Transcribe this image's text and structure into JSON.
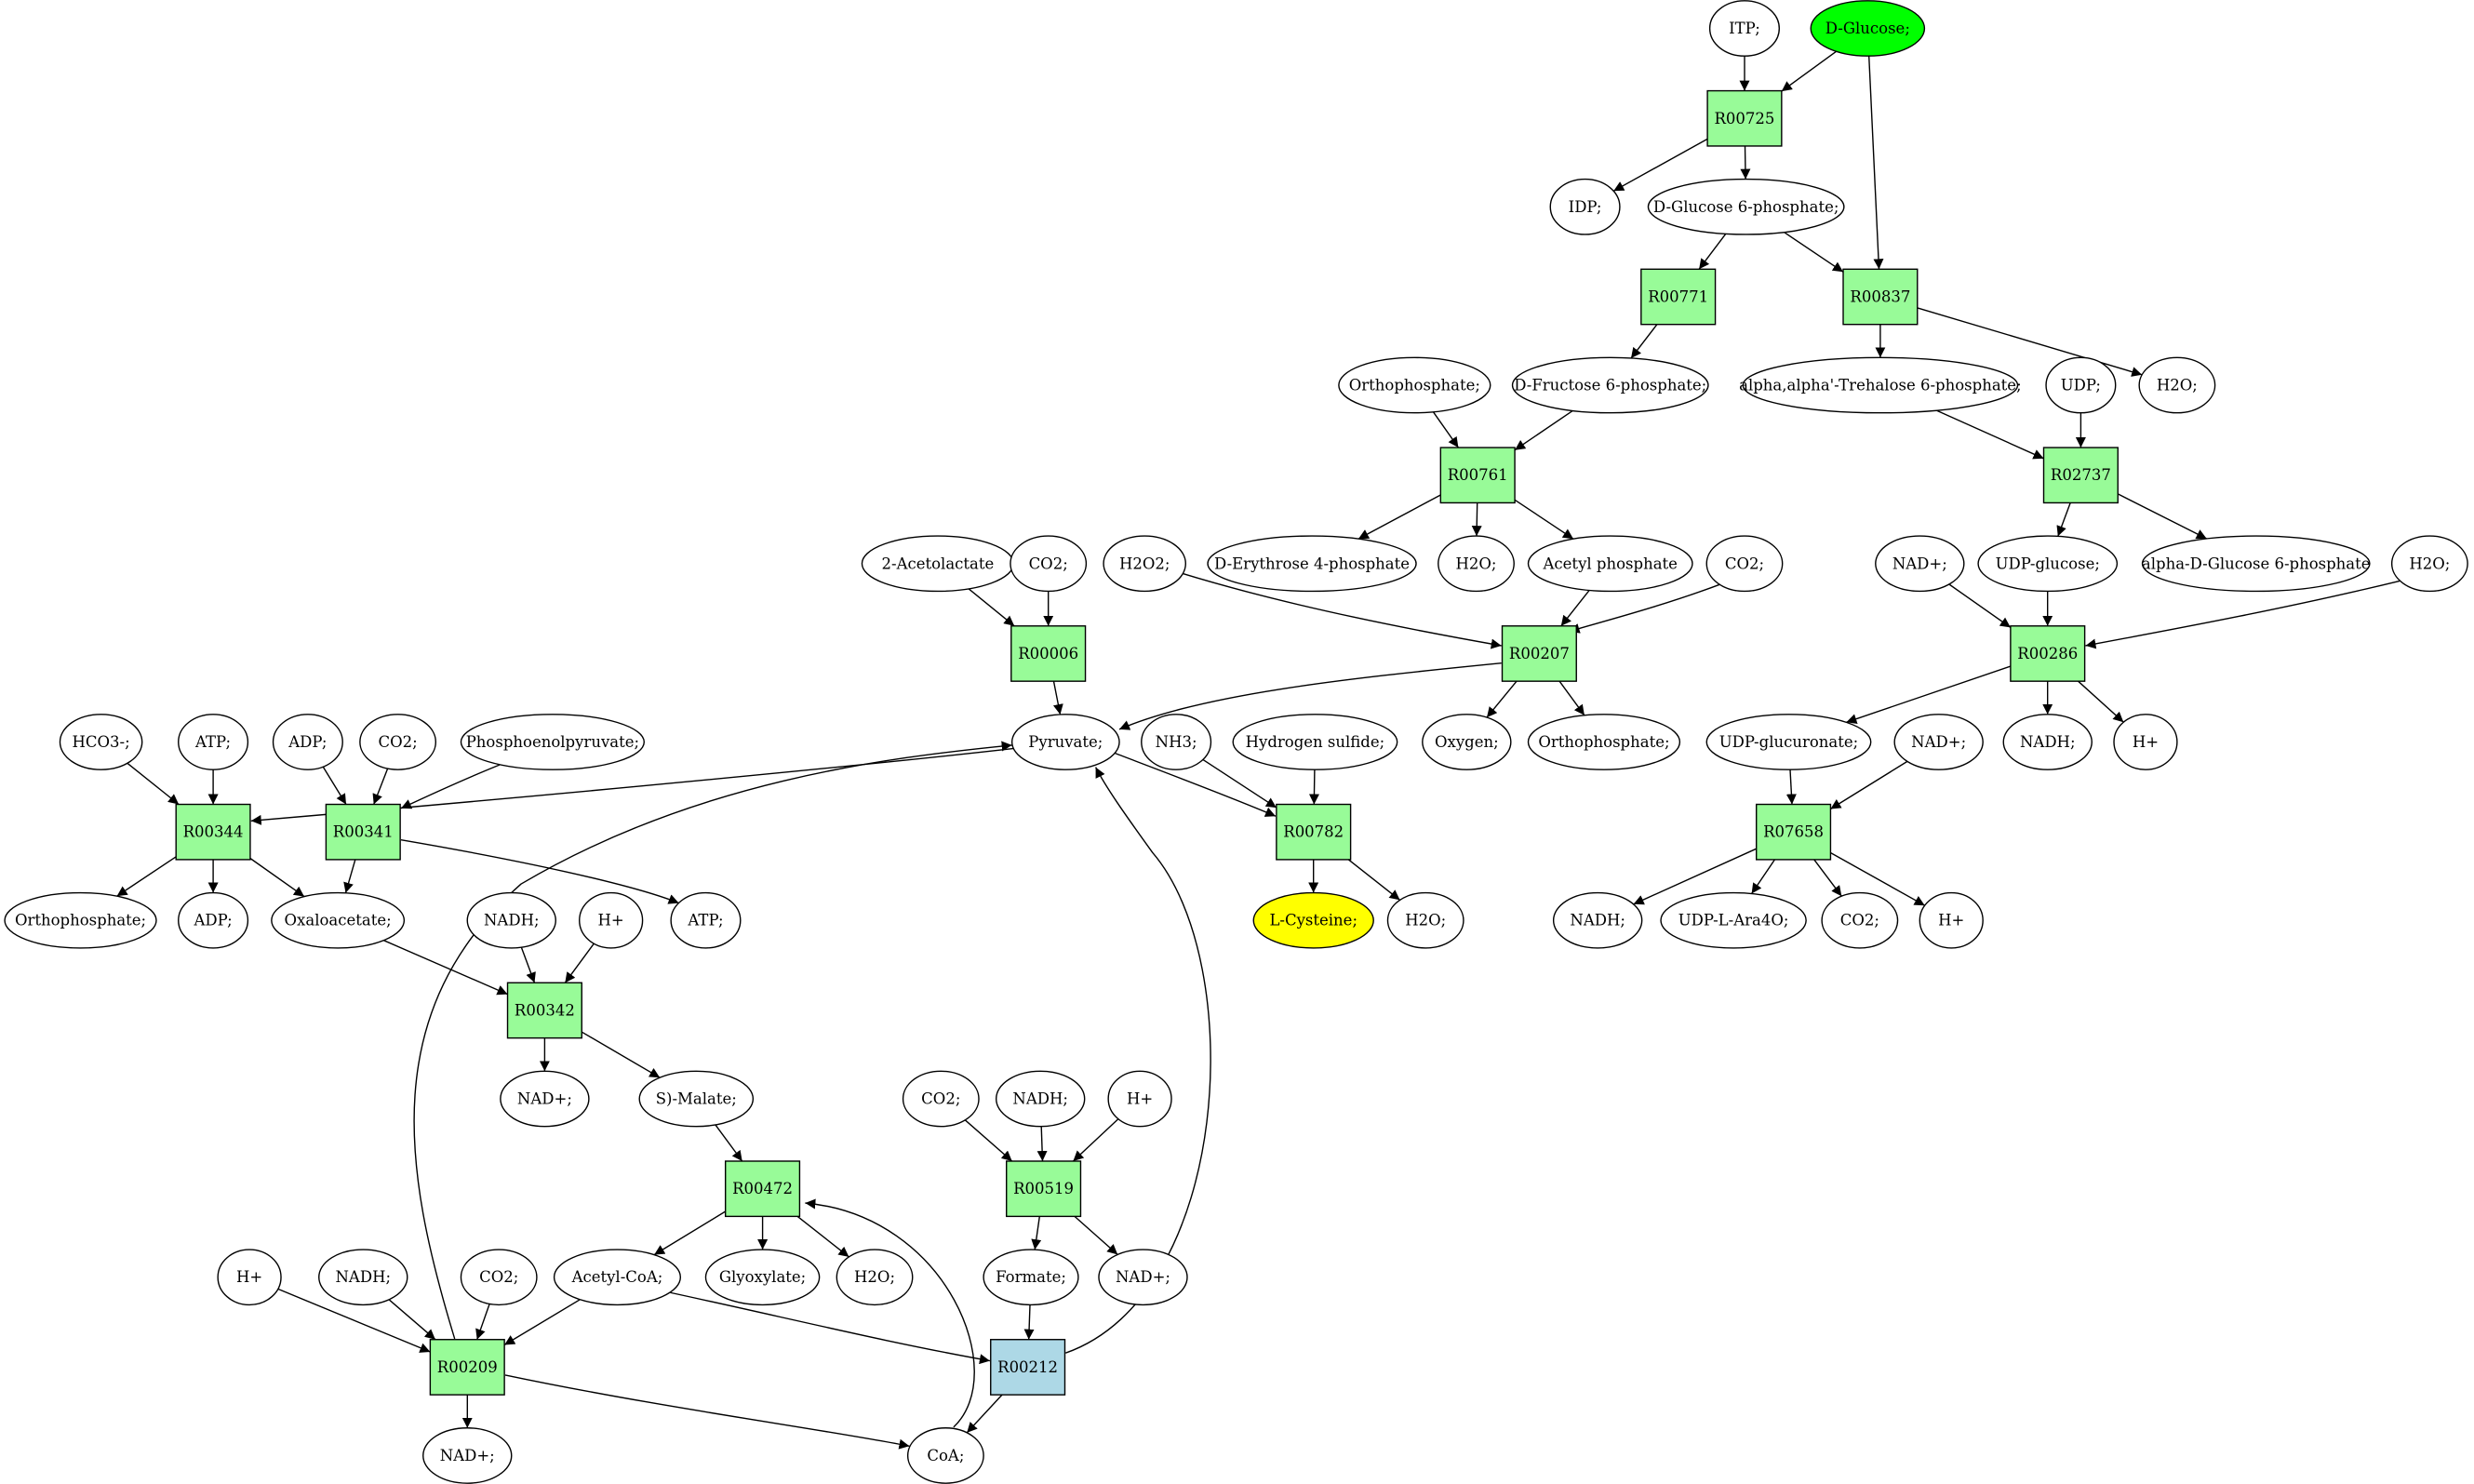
{
  "colors": {
    "reaction": "#98fb98",
    "reaction_highlight": "#add8e6",
    "source": "#00ff00",
    "target": "#ffff00",
    "metabolite": "#ffffff"
  },
  "reactions": [
    {
      "id": "r00725",
      "label": "R00725",
      "kind": "reaction"
    },
    {
      "id": "r00837",
      "label": "R00837",
      "kind": "reaction"
    },
    {
      "id": "r00771",
      "label": "R00771",
      "kind": "reaction"
    },
    {
      "id": "r00761",
      "label": "R00761",
      "kind": "reaction"
    },
    {
      "id": "r02737",
      "label": "R02737",
      "kind": "reaction"
    },
    {
      "id": "r00006",
      "label": "R00006",
      "kind": "reaction"
    },
    {
      "id": "r00207",
      "label": "R00207",
      "kind": "reaction"
    },
    {
      "id": "r00286",
      "label": "R00286",
      "kind": "reaction"
    },
    {
      "id": "r00344",
      "label": "R00344",
      "kind": "reaction"
    },
    {
      "id": "r00341",
      "label": "R00341",
      "kind": "reaction"
    },
    {
      "id": "r00782",
      "label": "R00782",
      "kind": "reaction"
    },
    {
      "id": "r07658",
      "label": "R07658",
      "kind": "reaction"
    },
    {
      "id": "r00342",
      "label": "R00342",
      "kind": "reaction"
    },
    {
      "id": "r00519",
      "label": "R00519",
      "kind": "reaction"
    },
    {
      "id": "r00472",
      "label": "R00472",
      "kind": "reaction"
    },
    {
      "id": "r00209",
      "label": "R00209",
      "kind": "reaction"
    },
    {
      "id": "r00212",
      "label": "R00212",
      "kind": "reaction_highlight"
    }
  ],
  "metabolites": [
    {
      "id": "itp",
      "label": "ITP;",
      "kind": "metabolite"
    },
    {
      "id": "dglucose",
      "label": "D-Glucose;",
      "kind": "source"
    },
    {
      "id": "idp",
      "label": "IDP;",
      "kind": "metabolite"
    },
    {
      "id": "g6p",
      "label": "D-Glucose 6-phosphate;",
      "kind": "metabolite"
    },
    {
      "id": "orthophos1",
      "label": "Orthophosphate;",
      "kind": "metabolite"
    },
    {
      "id": "f6p",
      "label": "D-Fructose 6-phosphate;",
      "kind": "metabolite"
    },
    {
      "id": "trehalose6p",
      "label": "alpha,alpha'-Trehalose 6-phosphate;",
      "kind": "metabolite"
    },
    {
      "id": "udp",
      "label": "UDP;",
      "kind": "metabolite"
    },
    {
      "id": "h2o_top",
      "label": "H2O;",
      "kind": "metabolite"
    },
    {
      "id": "acetolactate",
      "label": "2-Acetolactate",
      "kind": "metabolite"
    },
    {
      "id": "co2_a",
      "label": "CO2;",
      "kind": "metabolite"
    },
    {
      "id": "h2o2",
      "label": "H2O2;",
      "kind": "metabolite"
    },
    {
      "id": "e4p",
      "label": "D-Erythrose 4-phosphate",
      "kind": "metabolite"
    },
    {
      "id": "h2o_b",
      "label": "H2O;",
      "kind": "metabolite"
    },
    {
      "id": "acetylphos",
      "label": "Acetyl phosphate",
      "kind": "metabolite"
    },
    {
      "id": "co2_b",
      "label": "CO2;",
      "kind": "metabolite"
    },
    {
      "id": "nadp_a",
      "label": "NAD+;",
      "kind": "metabolite"
    },
    {
      "id": "udpglucose",
      "label": "UDP-glucose;",
      "kind": "metabolite"
    },
    {
      "id": "ag6p",
      "label": "alpha-D-Glucose 6-phosphate",
      "kind": "metabolite"
    },
    {
      "id": "h2o_c",
      "label": "H2O;",
      "kind": "metabolite"
    },
    {
      "id": "hco3",
      "label": "HCO3-;",
      "kind": "metabolite"
    },
    {
      "id": "atp_a",
      "label": "ATP;",
      "kind": "metabolite"
    },
    {
      "id": "adp_a",
      "label": "ADP;",
      "kind": "metabolite"
    },
    {
      "id": "co2_c",
      "label": "CO2;",
      "kind": "metabolite"
    },
    {
      "id": "pep",
      "label": "Phosphoenolpyruvate;",
      "kind": "metabolite"
    },
    {
      "id": "pyruvate",
      "label": "Pyruvate;",
      "kind": "metabolite"
    },
    {
      "id": "nh3",
      "label": "NH3;",
      "kind": "metabolite"
    },
    {
      "id": "h2s",
      "label": "Hydrogen sulfide;",
      "kind": "metabolite"
    },
    {
      "id": "oxygen",
      "label": "Oxygen;",
      "kind": "metabolite"
    },
    {
      "id": "orthophos2",
      "label": "Orthophosphate;",
      "kind": "metabolite"
    },
    {
      "id": "udpglucuronate",
      "label": "UDP-glucuronate;",
      "kind": "metabolite"
    },
    {
      "id": "nadp_b",
      "label": "NAD+;",
      "kind": "metabolite"
    },
    {
      "id": "nadh_a",
      "label": "NADH;",
      "kind": "metabolite"
    },
    {
      "id": "hplus_a",
      "label": "H+",
      "kind": "metabolite"
    },
    {
      "id": "orthophos3",
      "label": "Orthophosphate;",
      "kind": "metabolite"
    },
    {
      "id": "adp_b",
      "label": "ADP;",
      "kind": "metabolite"
    },
    {
      "id": "oxaloacetate",
      "label": "Oxaloacetate;",
      "kind": "metabolite"
    },
    {
      "id": "nadh_b",
      "label": "NADH;",
      "kind": "metabolite"
    },
    {
      "id": "hplus_b",
      "label": "H+",
      "kind": "metabolite"
    },
    {
      "id": "atp_b",
      "label": "ATP;",
      "kind": "metabolite"
    },
    {
      "id": "lcysteine",
      "label": "L-Cysteine;",
      "kind": "target"
    },
    {
      "id": "h2o_d",
      "label": "H2O;",
      "kind": "metabolite"
    },
    {
      "id": "nadh_c",
      "label": "NADH;",
      "kind": "metabolite"
    },
    {
      "id": "udpara",
      "label": "UDP-L-Ara4O;",
      "kind": "metabolite"
    },
    {
      "id": "co2_d",
      "label": "CO2;",
      "kind": "metabolite"
    },
    {
      "id": "hplus_c",
      "label": "H+",
      "kind": "metabolite"
    },
    {
      "id": "nadp_c",
      "label": "NAD+;",
      "kind": "metabolite"
    },
    {
      "id": "smalate",
      "label": "S)-Malate;",
      "kind": "metabolite"
    },
    {
      "id": "co2_e",
      "label": "CO2;",
      "kind": "metabolite"
    },
    {
      "id": "nadh_d",
      "label": "NADH;",
      "kind": "metabolite"
    },
    {
      "id": "hplus_d",
      "label": "H+",
      "kind": "metabolite"
    },
    {
      "id": "acetylcoa",
      "label": "Acetyl-CoA;",
      "kind": "metabolite"
    },
    {
      "id": "glyoxylate",
      "label": "Glyoxylate;",
      "kind": "metabolite"
    },
    {
      "id": "h2o_e",
      "label": "H2O;",
      "kind": "metabolite"
    },
    {
      "id": "formate",
      "label": "Formate;",
      "kind": "metabolite"
    },
    {
      "id": "nadp_d",
      "label": "NAD+;",
      "kind": "metabolite"
    },
    {
      "id": "hplus_e",
      "label": "H+",
      "kind": "metabolite"
    },
    {
      "id": "nadh_e",
      "label": "NADH;",
      "kind": "metabolite"
    },
    {
      "id": "co2_f",
      "label": "CO2;",
      "kind": "metabolite"
    },
    {
      "id": "nadp_e",
      "label": "NAD+;",
      "kind": "metabolite"
    },
    {
      "id": "coa",
      "label": "CoA;",
      "kind": "metabolite"
    }
  ],
  "edges": [
    [
      "itp",
      "r00725"
    ],
    [
      "dglucose",
      "r00725"
    ],
    [
      "dglucose",
      "r00837"
    ],
    [
      "r00725",
      "idp"
    ],
    [
      "r00725",
      "g6p"
    ],
    [
      "g6p",
      "r00771"
    ],
    [
      "g6p",
      "r00837"
    ],
    [
      "r00771",
      "f6p"
    ],
    [
      "r00837",
      "trehalose6p"
    ],
    [
      "r00837",
      "h2o_top"
    ],
    [
      "orthophos1",
      "r00761"
    ],
    [
      "f6p",
      "r00761"
    ],
    [
      "r00761",
      "e4p"
    ],
    [
      "r00761",
      "h2o_b"
    ],
    [
      "r00761",
      "acetylphos"
    ],
    [
      "trehalose6p",
      "r02737"
    ],
    [
      "udp",
      "r02737"
    ],
    [
      "r02737",
      "udpglucose"
    ],
    [
      "r02737",
      "ag6p"
    ],
    [
      "acetolactate",
      "r00006"
    ],
    [
      "co2_a",
      "r00006"
    ],
    [
      "r00006",
      "pyruvate"
    ],
    [
      "h2o2",
      "r00207"
    ],
    [
      "acetylphos",
      "r00207"
    ],
    [
      "co2_b",
      "r00207"
    ],
    [
      "r00207",
      "pyruvate"
    ],
    [
      "r00207",
      "oxygen"
    ],
    [
      "r00207",
      "orthophos2"
    ],
    [
      "nadp_a",
      "r00286"
    ],
    [
      "udpglucose",
      "r00286"
    ],
    [
      "h2o_c",
      "r00286"
    ],
    [
      "r00286",
      "udpglucuronate"
    ],
    [
      "r00286",
      "nadh_a"
    ],
    [
      "r00286",
      "hplus_a"
    ],
    [
      "hco3",
      "r00344"
    ],
    [
      "atp_a",
      "r00344"
    ],
    [
      "pyruvate",
      "r00344"
    ],
    [
      "r00344",
      "orthophos3"
    ],
    [
      "r00344",
      "adp_b"
    ],
    [
      "r00344",
      "oxaloacetate"
    ],
    [
      "adp_a",
      "r00341"
    ],
    [
      "co2_c",
      "r00341"
    ],
    [
      "pep",
      "r00341"
    ],
    [
      "r00341",
      "oxaloacetate"
    ],
    [
      "r00341",
      "atp_b"
    ],
    [
      "pyruvate",
      "r00782"
    ],
    [
      "nh3",
      "r00782"
    ],
    [
      "h2s",
      "r00782"
    ],
    [
      "r00782",
      "lcysteine"
    ],
    [
      "r00782",
      "h2o_d"
    ],
    [
      "udpglucuronate",
      "r07658"
    ],
    [
      "nadp_b",
      "r07658"
    ],
    [
      "r07658",
      "nadh_c"
    ],
    [
      "r07658",
      "udpara"
    ],
    [
      "r07658",
      "co2_d"
    ],
    [
      "r07658",
      "hplus_c"
    ],
    [
      "oxaloacetate",
      "r00342"
    ],
    [
      "nadh_b",
      "r00342"
    ],
    [
      "hplus_b",
      "r00342"
    ],
    [
      "r00342",
      "nadp_c"
    ],
    [
      "r00342",
      "smalate"
    ],
    [
      "co2_e",
      "r00519"
    ],
    [
      "nadh_d",
      "r00519"
    ],
    [
      "hplus_d",
      "r00519"
    ],
    [
      "r00519",
      "formate"
    ],
    [
      "r00519",
      "nadp_d"
    ],
    [
      "smalate",
      "r00472"
    ],
    [
      "coa",
      "r00472"
    ],
    [
      "r00472",
      "acetylcoa"
    ],
    [
      "r00472",
      "glyoxylate"
    ],
    [
      "r00472",
      "h2o_e"
    ],
    [
      "hplus_e",
      "r00209"
    ],
    [
      "nadh_e",
      "r00209"
    ],
    [
      "co2_f",
      "r00209"
    ],
    [
      "acetylcoa",
      "r00209"
    ],
    [
      "r00209",
      "nadp_e"
    ],
    [
      "r00209",
      "coa"
    ],
    [
      "r00209",
      "pyruvate"
    ],
    [
      "formate",
      "r00212"
    ],
    [
      "acetylcoa",
      "r00212"
    ],
    [
      "r00212",
      "coa"
    ],
    [
      "r00212",
      "pyruvate"
    ]
  ]
}
